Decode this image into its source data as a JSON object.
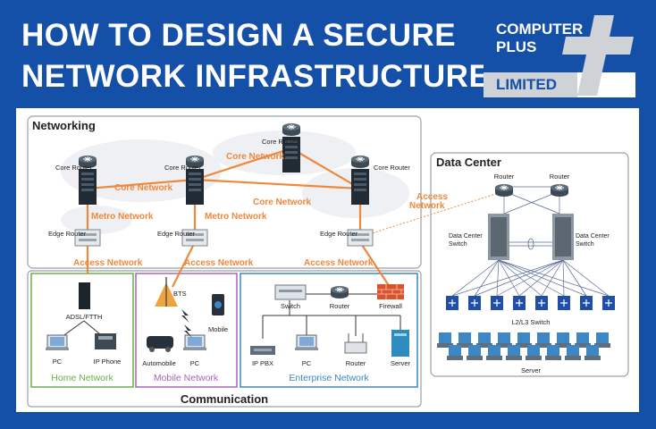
{
  "header": {
    "title_line1": "HOW TO DESIGN A SECURE",
    "title_line2": "NETWORK INFRASTRUCTURE"
  },
  "logo": {
    "line1": "COMPUTER",
    "line2": "PLUS",
    "line3": "LIMITED"
  },
  "colors": {
    "brand_blue": "#1450a8",
    "orange": "#f0883c",
    "home_green": "#6ab04c",
    "mobile_purple": "#a866b8",
    "enterprise_blue": "#3c87c4"
  },
  "networking": {
    "title": "Networking",
    "core_router": "Core Router",
    "edge_router": "Edge Router",
    "core_network": "Core Network",
    "metro_network": "Metro Network",
    "access_network": "Access Network"
  },
  "communication": {
    "title": "Communication",
    "home": {
      "title": "Home Network",
      "adsl": "ADSL/FTTH",
      "pc": "PC",
      "ip_phone": "IP Phone"
    },
    "mobile": {
      "title": "Mobile Network",
      "bts": "BTS",
      "mobile": "Mobile",
      "automobile": "Automobile",
      "pc": "PC"
    },
    "enterprise": {
      "title": "Enterprise Network",
      "switch": "Switch",
      "router": "Router",
      "firewall": "Firewall",
      "ip_pbx": "IP PBX",
      "pc": "PC",
      "server": "Server"
    }
  },
  "data_center": {
    "title": "Data Center",
    "router": "Router",
    "dc_switch_1": "Data Center",
    "dc_switch_2": "Switch",
    "l2l3": "L2/L3 Switch",
    "server": "Server",
    "access_1": "Access",
    "access_2": "Network"
  }
}
